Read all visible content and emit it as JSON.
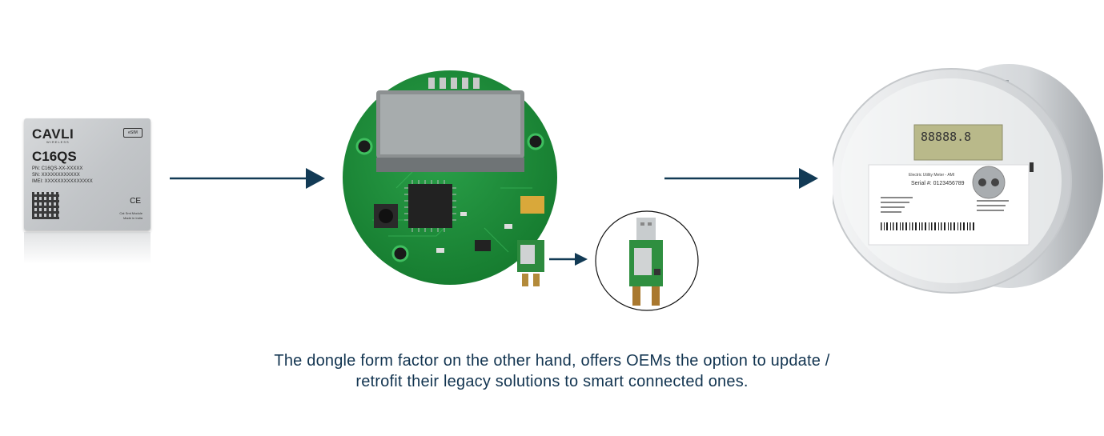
{
  "module": {
    "brand": "CAVLI",
    "brand_sub": "WIRELESS",
    "esim_badge": "eSIM",
    "model": "C16QS",
    "pn": "PN: C16QS-XX-XXXXX",
    "sn": "SN: XXXXXXXXXXXX",
    "imei": "IMEI: XXXXXXXXXXXXXXX",
    "ce_mark": "CE",
    "footer_line1": "Cat Smt Module",
    "footer_line2": "Made in India"
  },
  "meter": {
    "display_digits": "88888.8",
    "label_title": "Electric Utility Meter - AMI",
    "serial": "Serial #: 0123456789"
  },
  "caption": {
    "line1": "The dongle form factor on the other hand, offers OEMs the option to update /",
    "line2": "retrofit their legacy solutions to smart connected ones."
  },
  "colors": {
    "arrow": "#123a55",
    "caption": "#123450",
    "pcb_green": "#1f8a3a"
  }
}
